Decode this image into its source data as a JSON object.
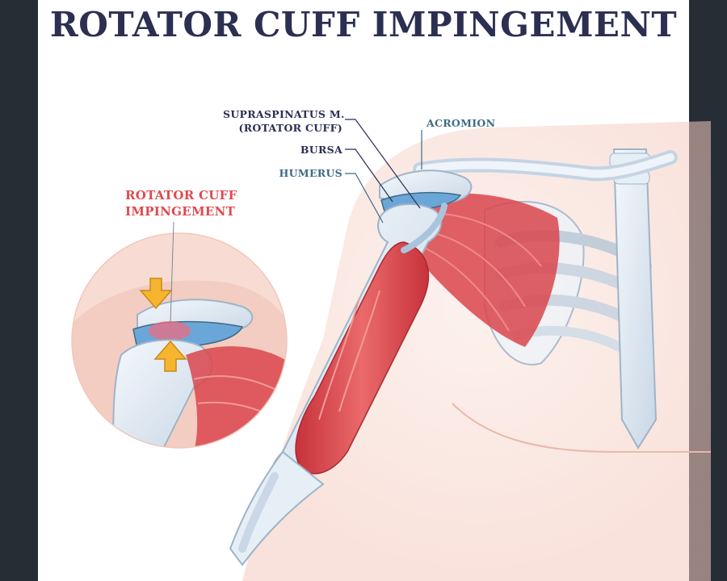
{
  "title": "ROTATOR CUFF IMPINGEMENT",
  "labels": {
    "supraspinatus_line1": "SUPRASPINATUS M.",
    "supraspinatus_line2": "(ROTATOR CUFF)",
    "acromion": "ACROMION",
    "bursa": "BURSA",
    "humerus": "HUMERUS",
    "inset_line1": "ROTATOR CUFF",
    "inset_line2": "IMPINGEMENT"
  },
  "colors": {
    "background_frame": "#262d35",
    "panel": "#ffffff",
    "title": "#2b2f52",
    "label_dark": "#2b2f52",
    "label_blue": "#3d6b86",
    "label_red": "#e0494f",
    "muscle": "#d9454c",
    "bone": "#dfe8f2",
    "bursa": "#6aa7d8",
    "skin": "#f6d4cc",
    "arrow": "#f5b52e"
  }
}
